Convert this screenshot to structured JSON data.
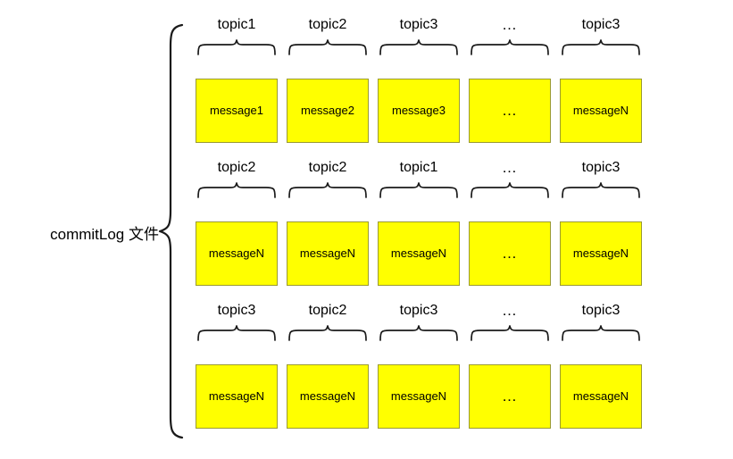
{
  "diagram": {
    "left_label": "commitLog 文件",
    "ellipsis": "…",
    "colors": {
      "box_fill": "#ffff00",
      "box_border": "#9a9a32",
      "stroke": "#1a1a1a",
      "background": "#ffffff"
    },
    "rows": [
      {
        "cells": [
          {
            "topic": "topic1",
            "message": "message1"
          },
          {
            "topic": "topic2",
            "message": "message2"
          },
          {
            "topic": "topic3",
            "message": "message3"
          },
          {
            "topic": "…",
            "message": "…"
          },
          {
            "topic": "topic3",
            "message": "messageN"
          }
        ]
      },
      {
        "cells": [
          {
            "topic": "topic2",
            "message": "messageN"
          },
          {
            "topic": "topic2",
            "message": "messageN"
          },
          {
            "topic": "topic1",
            "message": "messageN"
          },
          {
            "topic": "…",
            "message": "…"
          },
          {
            "topic": "topic3",
            "message": "messageN"
          }
        ]
      },
      {
        "cells": [
          {
            "topic": "topic3",
            "message": "messageN"
          },
          {
            "topic": "topic2",
            "message": "messageN"
          },
          {
            "topic": "topic3",
            "message": "messageN"
          },
          {
            "topic": "…",
            "message": "…"
          },
          {
            "topic": "topic3",
            "message": "messageN"
          }
        ]
      }
    ]
  }
}
